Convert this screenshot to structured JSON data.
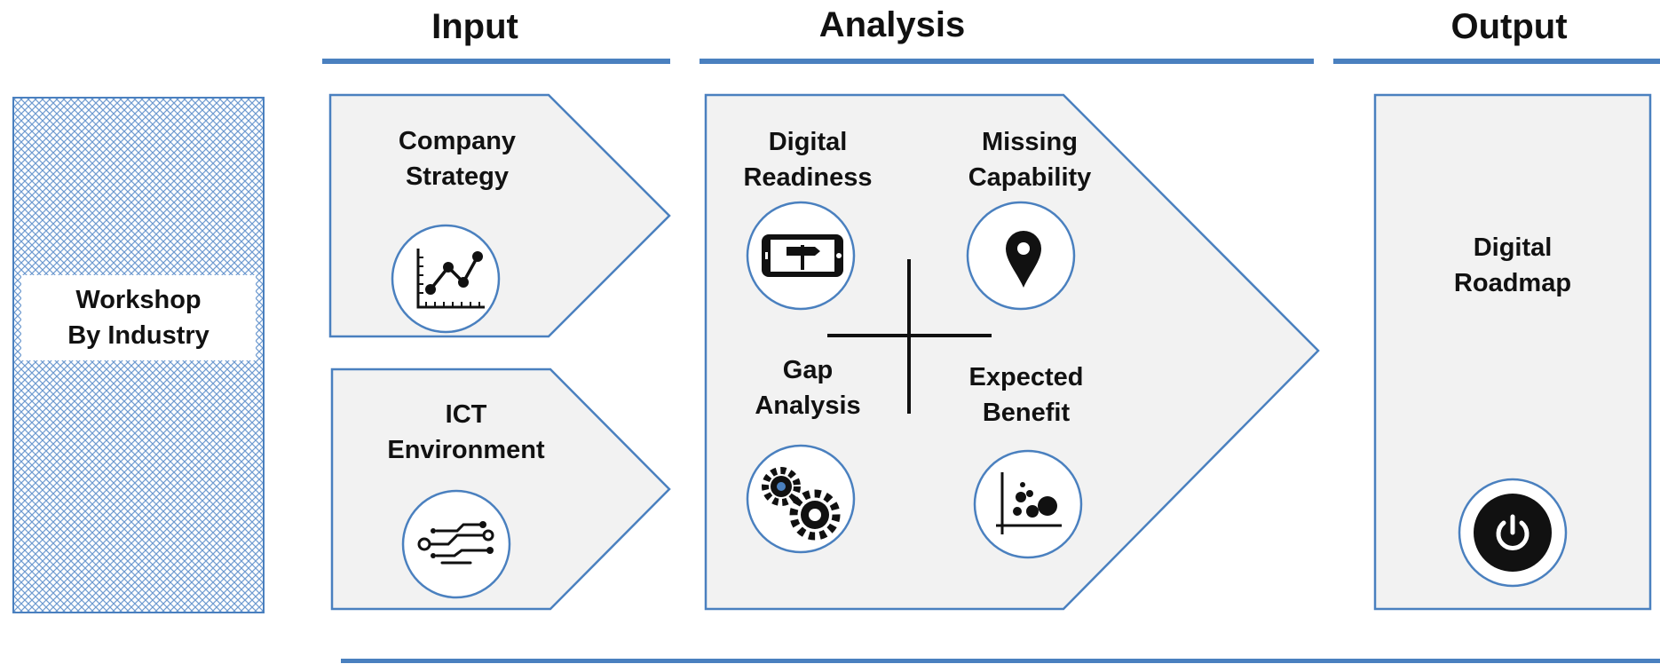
{
  "headers": {
    "input": "Input",
    "analysis": "Analysis",
    "output": "Output"
  },
  "workshop": {
    "line1": "Workshop",
    "line2": "By Industry"
  },
  "input": {
    "strategy": {
      "line1": "Company",
      "line2": "Strategy",
      "icon": "line-chart-icon"
    },
    "ict": {
      "line1": "ICT",
      "line2": "Environment",
      "icon": "circuit-icon"
    }
  },
  "analysis": {
    "readiness": {
      "line1": "Digital",
      "line2": "Readiness",
      "icon": "tablet-signpost-icon"
    },
    "missing": {
      "line1": "Missing",
      "line2": "Capability",
      "icon": "location-pin-icon"
    },
    "gap": {
      "line1": "Gap",
      "line2": "Analysis",
      "icon": "gears-icon"
    },
    "benefit": {
      "line1": "Expected",
      "line2": "Benefit",
      "icon": "bubble-chart-icon"
    }
  },
  "output": {
    "line1": "Digital",
    "line2": "Roadmap",
    "icon": "power-icon"
  },
  "colors": {
    "accent": "#4a80bf",
    "panel": "#f2f2f2",
    "stroke": "#4a80bf",
    "text": "#111111"
  }
}
